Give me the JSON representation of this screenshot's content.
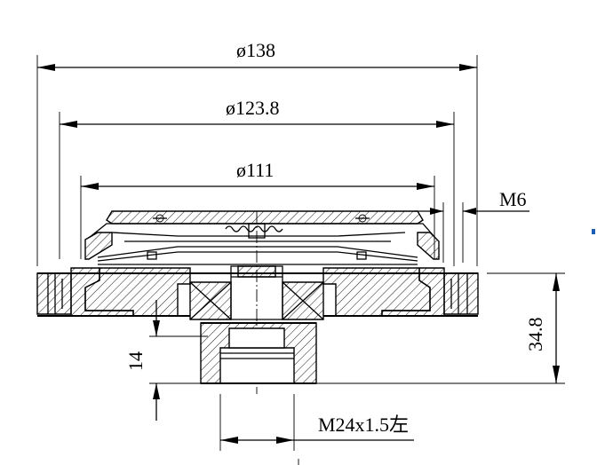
{
  "drawing": {
    "dimensions": {
      "d138": "ø138",
      "d1238": "ø123.8",
      "d111": "ø111",
      "m6": "M6",
      "h348": "34.8",
      "h14": "14",
      "thread": "M24x1.5左"
    },
    "stroke_color": "#000000",
    "background": "#ffffff",
    "accent_dot": "#1a5fb4"
  }
}
